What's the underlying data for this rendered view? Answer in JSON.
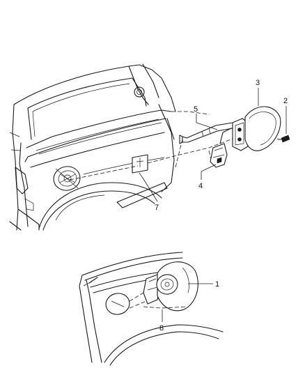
{
  "callouts": [
    {
      "id": "c1",
      "label": "1"
    },
    {
      "id": "c2",
      "label": "2"
    },
    {
      "id": "c3",
      "label": "3"
    },
    {
      "id": "c4",
      "label": "4"
    },
    {
      "id": "c5",
      "label": "5"
    },
    {
      "id": "c7",
      "label": "7"
    },
    {
      "id": "c8",
      "label": "8"
    }
  ]
}
